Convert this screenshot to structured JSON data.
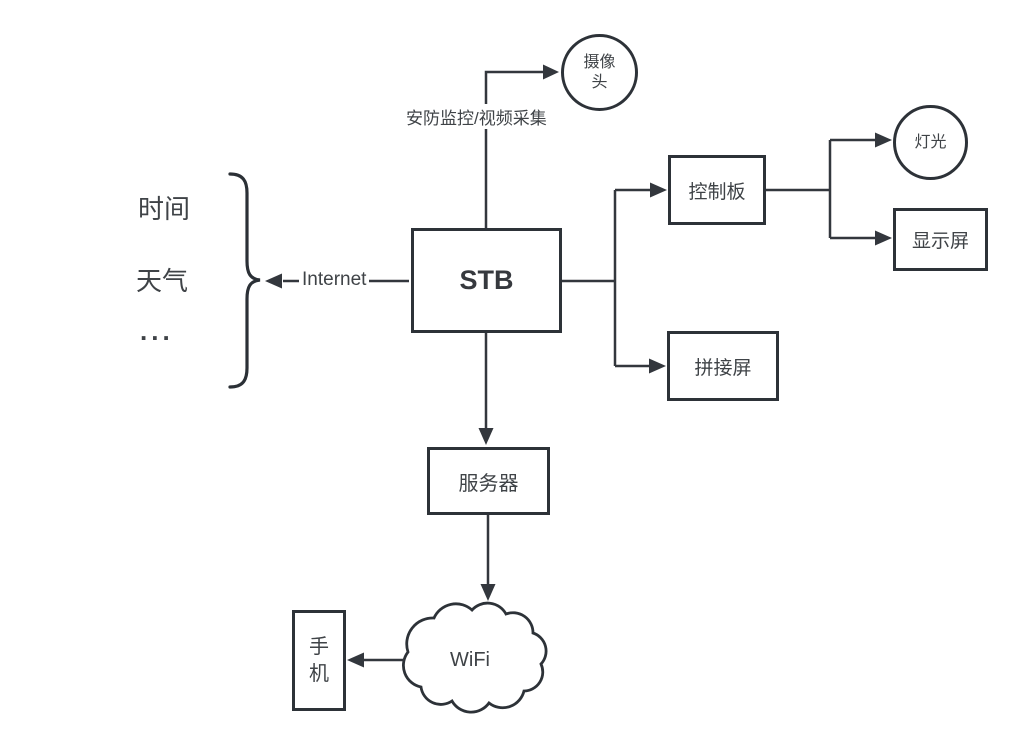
{
  "diagram": {
    "nodes": {
      "stb": {
        "label": "STB"
      },
      "camera": {
        "label_line1": "摄像",
        "label_line2": "头"
      },
      "control_board": {
        "label": "控制板"
      },
      "light": {
        "label": "灯光"
      },
      "display_screen": {
        "label": "显示屏"
      },
      "splicing_screen": {
        "label": "拼接屏"
      },
      "server": {
        "label": "服务器"
      },
      "wifi_cloud": {
        "label": "WiFi"
      },
      "phone": {
        "label_line1": "手",
        "label_line2": "机"
      }
    },
    "labels": {
      "internet": "Internet",
      "camera_link": "安防监控/视频采集",
      "brace_item_1": "时间",
      "brace_item_2": "天气",
      "brace_item_3": "..."
    },
    "colors": {
      "line": "#33373d",
      "border": "#2d3238",
      "text": "#3f4347",
      "background": "#ffffff"
    }
  }
}
